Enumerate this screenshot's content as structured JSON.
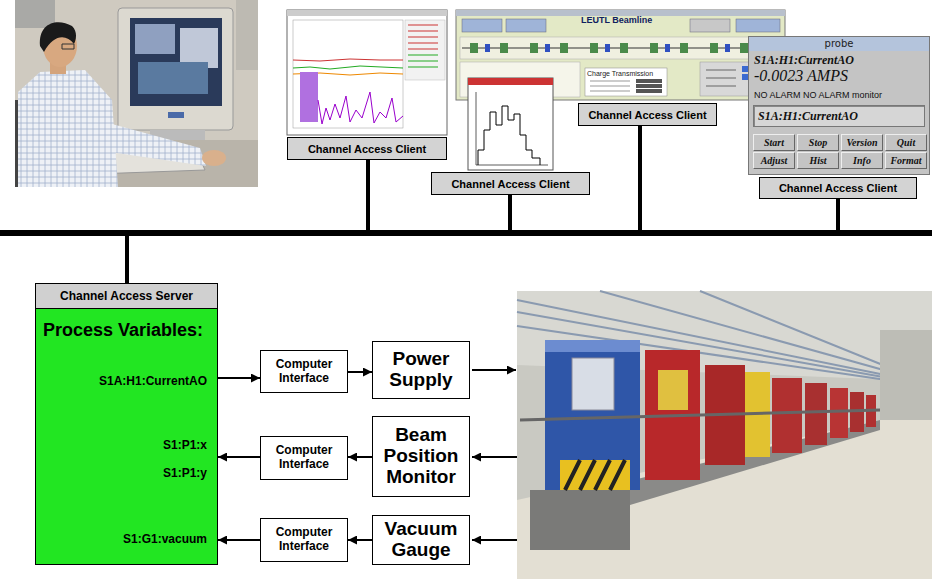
{
  "diagram": {
    "nodes": [
      {
        "text": [
          "LEUTL Beamline",
          "Charge Transmission"
        ]
      },
      {
        "text": [
          "probe",
          "S1A:H1:CurrentAO",
          "-0.0023 AMPS",
          "NO ALARM NO ALARM monitor"
        ]
      },
      {
        "text": [
          "S1A:H1:CurrentAO"
        ],
        "in": 1
      },
      {
        "text": [
          "Start"
        ],
        "in": 1
      },
      {
        "text": [
          "Stop"
        ],
        "in": 1
      },
      {
        "text": [
          "Version"
        ],
        "in": 1
      },
      {
        "text": [
          "Quit"
        ],
        "in": 1
      },
      {
        "text": [
          "Adjust"
        ],
        "in": 1
      },
      {
        "text": [
          "Hist"
        ],
        "in": 1
      },
      {
        "text": [
          "Info"
        ],
        "in": 1
      },
      {
        "text": [
          "Format"
        ],
        "in": 1
      },
      {
        "text": [
          "Channel Access Client"
        ]
      },
      {
        "text": [
          "Channel Access Client"
        ]
      },
      {
        "text": [
          "Channel Access Client"
        ]
      },
      {
        "text": [
          "Channel Access Client"
        ]
      },
      {
        "text": [
          "Channel Access Server",
          "Process Variables:",
          "S1A:H1:CurrentAO",
          "S1:P1:x",
          "S1:P1:y",
          "S1:G1:vacuum"
        ]
      },
      {
        "text": [
          "Computer Interface"
        ]
      },
      {
        "text": [
          "Power Supply"
        ]
      },
      {
        "text": [
          "Computer Interface"
        ]
      },
      {
        "text": [
          "Beam Position Monitor"
        ]
      },
      {
        "text": [
          "Computer Interface"
        ]
      },
      {
        "text": [
          "Vacuum Gauge"
        ]
      }
    ],
    "edges": [
      {
        "from": 15,
        "to": 11,
        "arrow": "none"
      },
      {
        "from": 15,
        "to": 12,
        "arrow": "none"
      },
      {
        "from": 15,
        "to": 13,
        "arrow": "none"
      },
      {
        "from": 15,
        "to": 14,
        "arrow": "none"
      },
      {
        "from": 15,
        "to": 16,
        "arrow": "to"
      },
      {
        "from": 16,
        "to": 17,
        "arrow": "to"
      },
      {
        "from": 18,
        "to": 15,
        "arrow": "to"
      },
      {
        "from": 19,
        "to": 18,
        "arrow": "to"
      },
      {
        "from": 20,
        "to": 15,
        "arrow": "to"
      },
      {
        "from": 21,
        "to": 20,
        "arrow": "to"
      }
    ]
  }
}
